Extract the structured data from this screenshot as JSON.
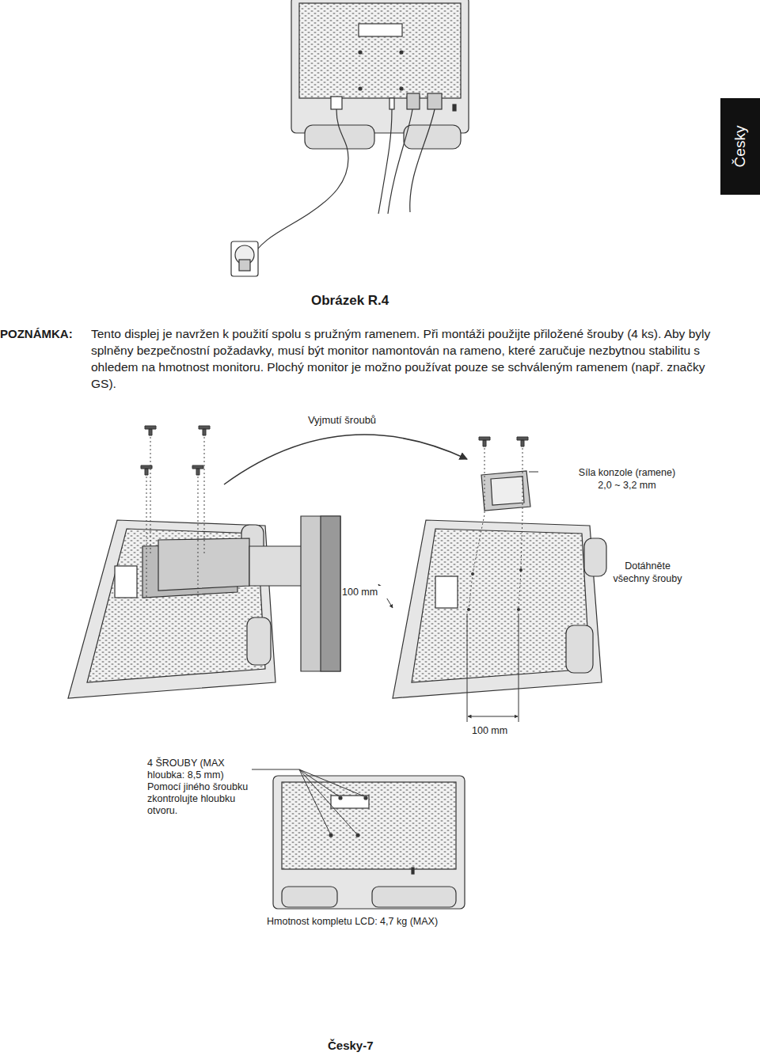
{
  "diagram": {
    "caption": "Obrázek R.4",
    "nodes": [
      {
        "text": [
          "Česky"
        ]
      }
    ],
    "labels": [
      "POZNÁMKA:",
      "Tento displej je navržen k použití spolu s pružným ramenem. Při montáži použijte přiložené šrouby (4 ks). Aby byly splněny bezpečnostní požadavky, musí být monitor namontován na rameno, které zaručuje nezbytnou stabilitu s ohledem na hmotnost monitoru. Plochý monitor je možno používat pouze se schváleným ramenem (např. značky GS).",
      "Vyjmutí šroubů",
      "Síla konzole (ramene) 2,0 ~ 3,2 mm",
      "100 mm",
      "Dotáhněte všechny šrouby",
      "100 mm",
      "4 ŠROUBY (MAX hloubka: 8,5 mm) Pomocí jiného šroubku zkontrolujte hloubku otvoru.",
      "Hmotnost kompletu LCD: 4,7 kg (MAX)",
      "Česky-7"
    ]
  }
}
